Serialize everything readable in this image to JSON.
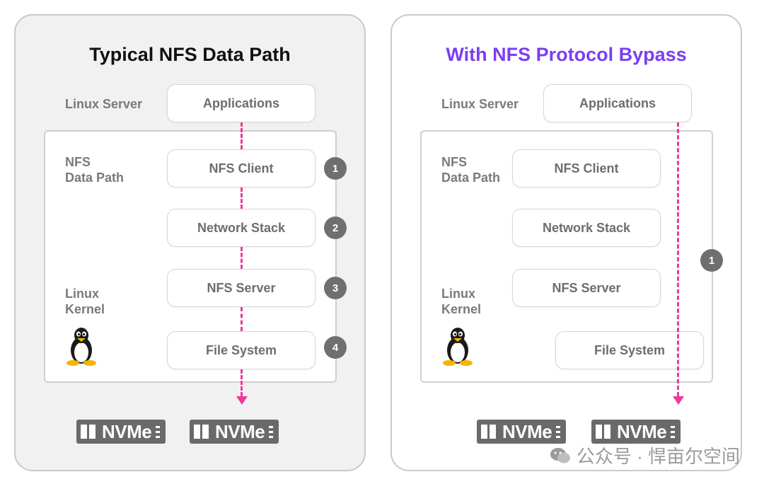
{
  "left": {
    "title": "Typical NFS Data Path",
    "labels": {
      "server": "Linux Server",
      "nfs_line1": "NFS",
      "nfs_line2": "Data Path",
      "kernel_line1": "Linux",
      "kernel_line2": "Kernel"
    },
    "boxes": {
      "applications": "Applications",
      "nfs_client": "NFS Client",
      "network_stack": "Network Stack",
      "nfs_server": "NFS Server",
      "file_system": "File System"
    },
    "steps": [
      "1",
      "2",
      "3",
      "4"
    ],
    "nvme": [
      "NVMe",
      "NVMe"
    ]
  },
  "right": {
    "title": "With NFS Protocol Bypass",
    "labels": {
      "server": "Linux Server",
      "nfs_line1": "NFS",
      "nfs_line2": "Data Path",
      "kernel_line1": "Linux",
      "kernel_line2": "Kernel"
    },
    "boxes": {
      "applications": "Applications",
      "nfs_client": "NFS Client",
      "network_stack": "Network Stack",
      "nfs_server": "NFS Server",
      "file_system": "File System"
    },
    "steps": [
      "1"
    ],
    "nvme": [
      "NVMe",
      "NVMe"
    ]
  },
  "watermark": "公众号 · 悍亩尔空间",
  "colors": {
    "accent_pink": "#f0379a",
    "title_purple": "#7a3ff2",
    "badge_gray": "#6f6f6f"
  }
}
